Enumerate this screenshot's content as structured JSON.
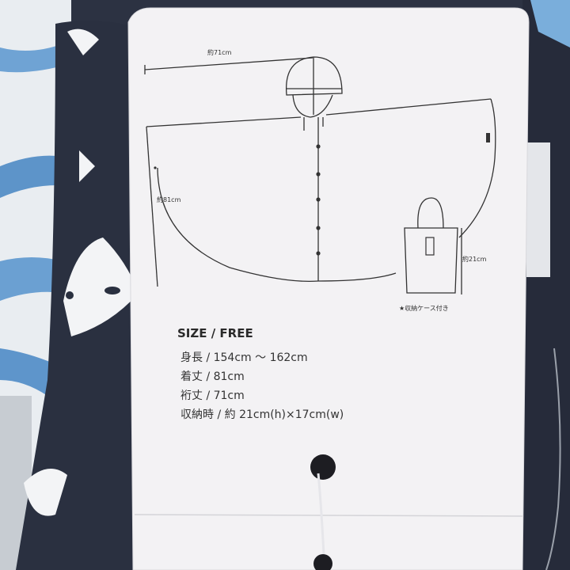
{
  "tag": {
    "width_dim": "約71cm",
    "length_dim": "約81cm",
    "case_dim": "約21cm",
    "case_caption": "★収納ケース付き",
    "size_title": "SIZE / FREE",
    "specs": [
      "身長 / 154cm 〜 162cm",
      "着丈 / 81cm",
      "裄丈 / 71cm",
      "収納時 / 約 21cm(h)×17cm(w)"
    ]
  },
  "colors": {
    "fabric_navy": "#2c3242",
    "fabric_light": "#e9edf1",
    "fabric_blue": "#5d94c9",
    "tag_card": "#f3f2f4"
  }
}
